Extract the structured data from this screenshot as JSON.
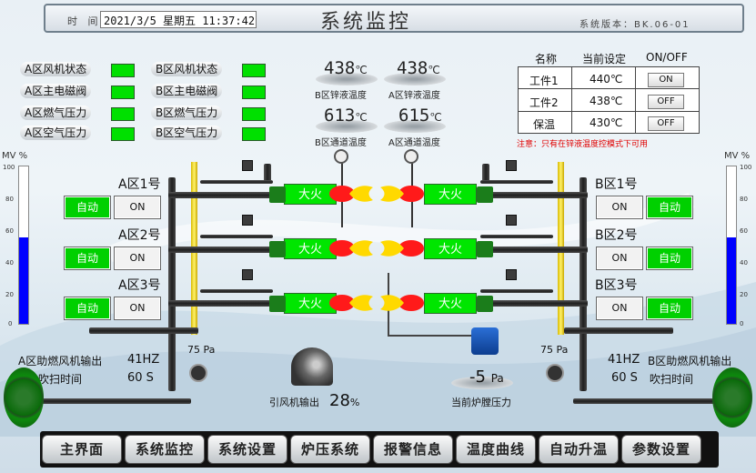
{
  "header": {
    "time_label": "时 间：",
    "datetime": "2021/3/5 星期五 11:37:42",
    "title": "系统监控",
    "version": "系统版本：BK.06-01"
  },
  "status": {
    "a_fan": "A区风机状态",
    "b_fan": "B区风机状态",
    "a_valve": "A区主电磁阀",
    "b_valve": "B区主电磁阀",
    "a_gas": "A区燃气压力",
    "b_gas": "B区燃气压力",
    "a_air": "A区空气压力",
    "b_air": "B区空气压力",
    "led_color": "#00e000"
  },
  "temps": {
    "b_zinc_value": "438",
    "b_zinc_unit": "℃",
    "b_zinc_label": "B区锌液温度",
    "a_zinc_value": "438",
    "a_zinc_unit": "℃",
    "a_zinc_label": "A区锌液温度",
    "b_flue_value": "613",
    "b_flue_unit": "℃",
    "b_flue_label": "B区通道温度",
    "a_flue_value": "615",
    "a_flue_unit": "℃",
    "a_flue_label": "A区通道温度"
  },
  "settings": {
    "col_name": "名称",
    "col_current": "当前设定",
    "col_onoff": "ON/OFF",
    "rows": [
      {
        "name": "工件1",
        "value": "440℃",
        "state": "ON"
      },
      {
        "name": "工件2",
        "value": "438℃",
        "state": "OFF"
      },
      {
        "name": "保温",
        "value": "430℃",
        "state": "OFF"
      }
    ],
    "note": "注意：只有在锌液温度控模式下可用"
  },
  "meters": {
    "left_label": "MV %",
    "right_label": "MV %",
    "ticks": [
      "100",
      "80",
      "60",
      "40",
      "20",
      "0"
    ],
    "left_level_percent": 55,
    "right_level_percent": 55,
    "fill_color": "#0000ff"
  },
  "zones": {
    "a1": "A区1号",
    "a2": "A区2号",
    "a3": "A区3号",
    "b1": "B区1号",
    "b2": "B区2号",
    "b3": "B区3号",
    "auto_label": "自动",
    "on_label": "ON",
    "fire_label": "大火"
  },
  "bottom": {
    "a_fan_output": "A区助燃风机输出",
    "a_freq": "41HZ",
    "a_purge_label": "吹扫时间",
    "a_purge": "60 S",
    "b_fan_output": "B区助燃风机输出",
    "b_freq": "41HZ",
    "b_purge_label": "吹扫时间",
    "b_purge": "60 S",
    "a_pressure": "75 Pa",
    "b_pressure": "75 Pa",
    "induced_label": "引风机输出",
    "induced_value": "28",
    "induced_unit": "%",
    "furnace_value": "-5",
    "furnace_unit": "Pa",
    "furnace_label": "当前炉膛压力"
  },
  "nav": [
    "主界面",
    "系统监控",
    "系统设置",
    "炉压系统",
    "报警信息",
    "温度曲线",
    "自动升温",
    "参数设置"
  ]
}
